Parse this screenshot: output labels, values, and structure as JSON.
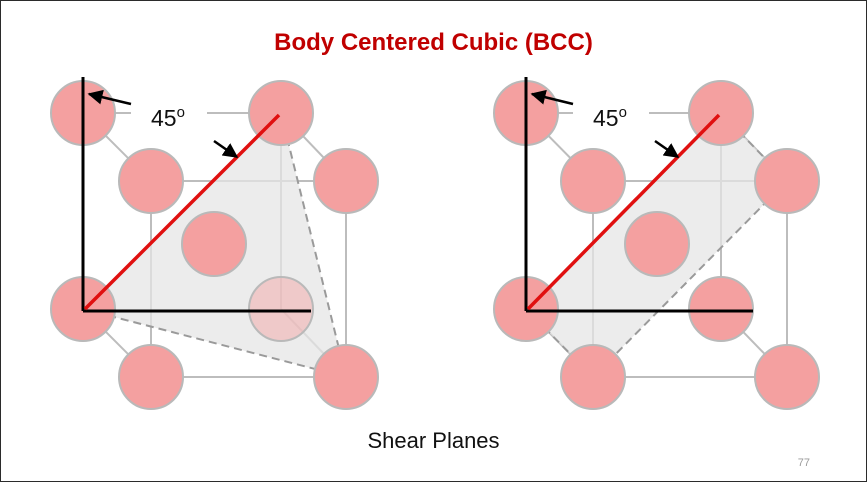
{
  "slide": {
    "title": "Body Centered Cubic (BCC)",
    "caption": "Shear Planes",
    "page_number": "77"
  },
  "figures": [
    {
      "angle_value": "45",
      "angle_unit": "o"
    },
    {
      "angle_value": "45",
      "angle_unit": "o"
    }
  ],
  "colors": {
    "title": "#c00000",
    "atom_fill": "#f4a0a0",
    "atom_stroke": "#b9b9b9",
    "shear_line": "#e01010",
    "plane_fill": "#e6e6e6",
    "edges": "#bdbdbd",
    "axes": "#000000"
  }
}
